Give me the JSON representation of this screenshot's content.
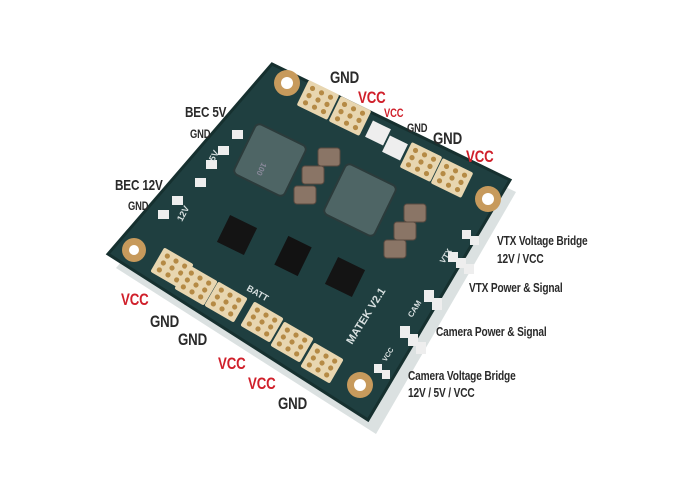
{
  "colors": {
    "board": "#1f3f40",
    "pad": "#e8d6b0",
    "hole": "#c79a5c",
    "red": "#d01f2a",
    "text": "#2a2a2a"
  },
  "labels": {
    "top_gnd1": "GND",
    "top_vcc1": "VCC",
    "top_vcc_small": "VCC",
    "top_gnd_small": "GND",
    "top_gnd2": "GND",
    "top_vcc2": "VCC",
    "bec5_title": "BEC 5V",
    "bec5_gnd": "GND",
    "bec12_title": "BEC 12V",
    "bec12_gnd": "GND",
    "left_vcc1": "VCC",
    "left_gnd1": "GND",
    "left_gnd2": "GND",
    "bottom_vcc1": "VCC",
    "bottom_vcc2": "VCC",
    "bottom_gnd": "GND",
    "vtx_bridge": "VTX Voltage Bridge",
    "vtx_bridge_opts": "12V / VCC",
    "vtx_power": "VTX Power & Signal",
    "cam_power": "Camera Power & Signal",
    "cam_bridge": "Camera Voltage Bridge",
    "cam_bridge_opts": "12V / 5V / VCC"
  },
  "silkscreen": {
    "brand": "MATEK V2.1",
    "batt": "BATT",
    "v5": "5V",
    "v12": "12V",
    "cam": "CAM",
    "vtx": "VTX",
    "vcc": "VCC",
    "inductor": "100"
  }
}
